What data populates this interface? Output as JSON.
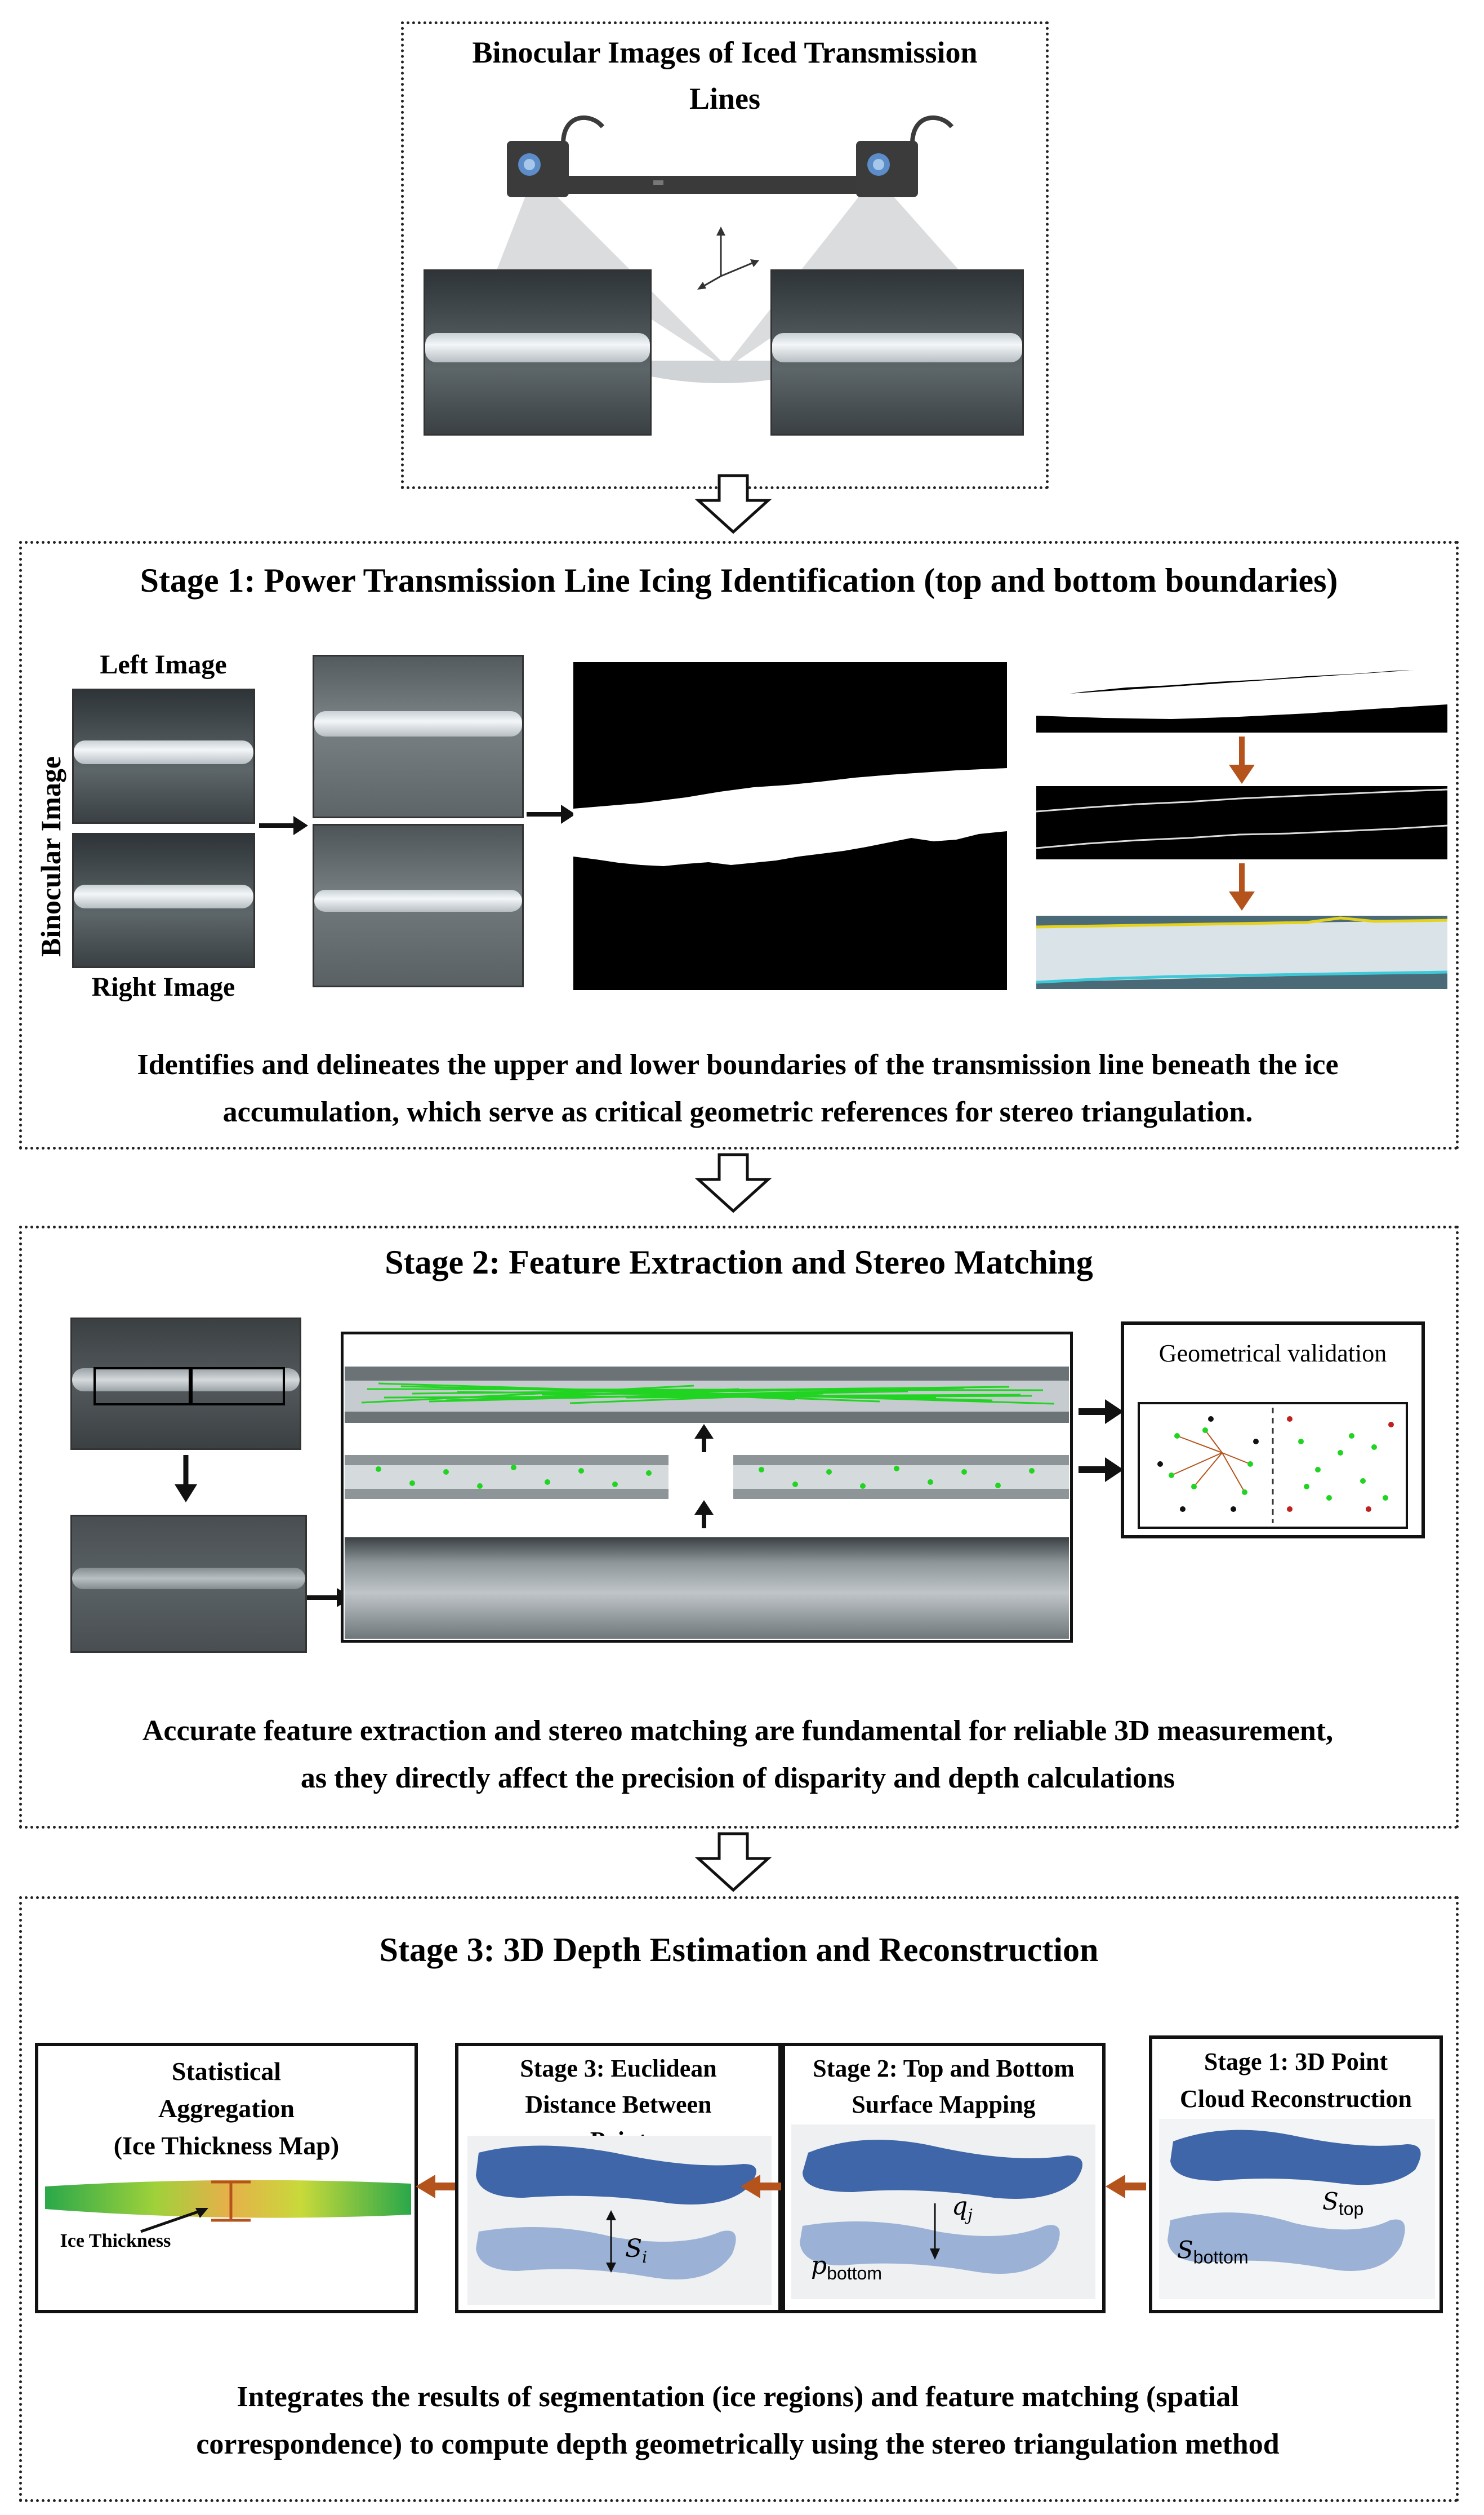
{
  "top": {
    "title_line1": "Binocular Images of Iced Transmission",
    "title_line2": "Lines"
  },
  "stage1": {
    "title": "Stage 1: Power Transmission Line Icing Identification (top and bottom boundaries)",
    "left_image_label": "Left Image",
    "right_image_label": "Right Image",
    "binocular_label": "Binocular Image",
    "desc_line1": "Identifies and delineates the upper and lower boundaries of the transmission line beneath the ice",
    "desc_line2": "accumulation, which serve as critical geometric references for stereo triangulation."
  },
  "stage2": {
    "title": "Stage 2: Feature Extraction and Stereo Matching",
    "geo_validation": "Geometrical validation",
    "desc_line1": "Accurate feature extraction and stereo matching are fundamental for reliable 3D measurement,",
    "desc_line2": "as they directly affect the precision of disparity and depth calculations"
  },
  "stage3": {
    "title": "Stage 3: 3D Depth Estimation and Reconstruction",
    "panel_stat_l1": "Statistical",
    "panel_stat_l2": "Aggregation",
    "panel_stat_l3": "(Ice Thickness Map)",
    "ice_thickness": "Ice Thickness",
    "panel_euc_l1": "Stage 3: Euclidean",
    "panel_euc_l2": "Distance Between",
    "panel_euc_l3": "Point",
    "panel_map_l1": "Stage 2: Top and Bottom",
    "panel_map_l2": "Surface Mapping",
    "panel_pc_l1": "Stage 1: 3D Point",
    "panel_pc_l2": "Cloud Reconstruction",
    "s_i": "S",
    "s_i_sub": "i",
    "q_j": "q",
    "q_j_sub": "j",
    "p_bottom": "p",
    "p_bottom_sub": "bottom",
    "s_top": "S",
    "s_top_sub": "top",
    "s_bottom": "S",
    "s_bottom_sub": "bottom",
    "desc_line1": "Integrates the results of segmentation (ice regions) and feature matching (spatial",
    "desc_line2": "correspondence) to compute depth geometrically using the stereo triangulation method"
  },
  "colors": {
    "orange_arrow": "#b4541c",
    "match_green": "#22d422",
    "surface_top": "#3e66a8",
    "surface_bottom": "#9bb2d6",
    "boundary_yellow": "#e6d21a",
    "boundary_cyan": "#3ec9d8"
  }
}
